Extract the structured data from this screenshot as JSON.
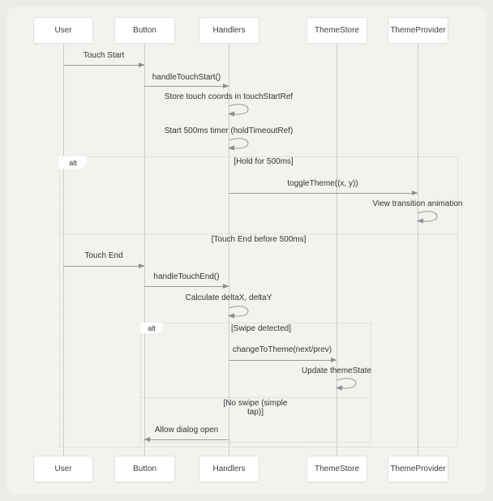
{
  "participants": [
    "User",
    "Button",
    "Handlers",
    "ThemeStore",
    "ThemeProvider"
  ],
  "messages": {
    "touch_start": "Touch Start",
    "handle_touch_start": "handleTouchStart()",
    "store_coords": "Store touch coords in touchStartRef",
    "start_timer": "Start 500ms timer (holdTimeoutRef)",
    "toggle_theme": "toggleTheme((x, y))",
    "view_transition": "View transition animation",
    "touch_end": "Touch End",
    "handle_touch_end": "handleTouchEnd()",
    "calc_delta": "Calculate deltaX, deltaY",
    "change_theme": "changeToTheme(next/prev)",
    "update_state": "Update themeState",
    "allow_dialog": "Allow dialog open"
  },
  "fragments": {
    "outer": {
      "label": "alt",
      "cond_hold": "[Hold for 500ms]",
      "cond_touch_end": "[Touch End before 500ms]"
    },
    "inner": {
      "label": "alt",
      "cond_swipe": "[Swipe detected]",
      "cond_no_swipe": "[No swipe (simple tap)]"
    }
  },
  "colors": {
    "page_bg": "#ecebe8",
    "card_bg": "#f3f2ef",
    "box_bg": "#ffffff",
    "box_border": "#e1e0dd",
    "lifeline": "#cbcbcb",
    "arrow_line": "#9a9a9a",
    "arrowhead": "#8c8c8c",
    "fragment_border": "#cfcecb",
    "text": "#333333"
  }
}
